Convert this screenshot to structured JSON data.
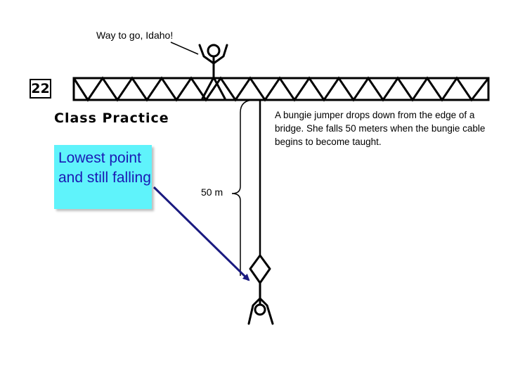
{
  "slide": {
    "number": "22",
    "heading": "Class Practice"
  },
  "speech_bubble": {
    "text": "Way to go, Idaho!"
  },
  "problem": {
    "text": "A bungie jumper drops down from the edge of a bridge. She falls 50 meters when the bungie cable begins to become taught."
  },
  "callout": {
    "text": "Lowest point and still falling",
    "background_color": "#5ff3fb",
    "text_color": "#1a1ab4",
    "arrow_color": "#1a1a80"
  },
  "diagram": {
    "distance_label": "50 m"
  }
}
